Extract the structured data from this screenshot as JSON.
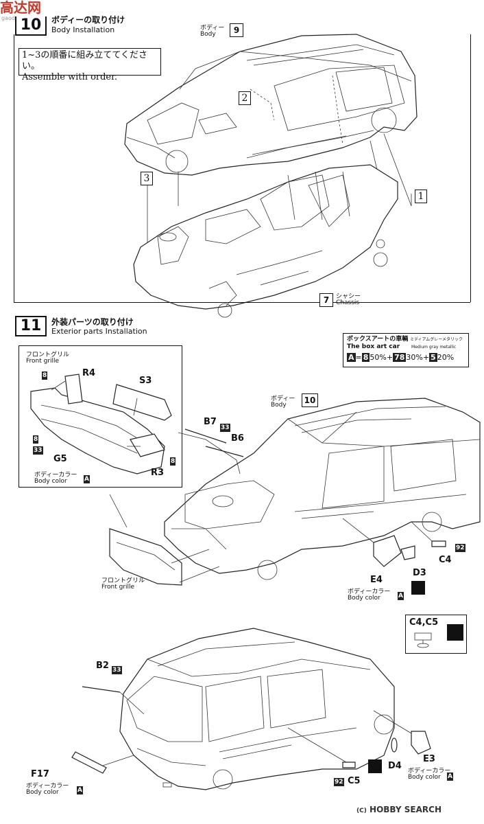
{
  "watermark_top": {
    "logo_text": "高达网",
    "url": "gaoda.cc"
  },
  "watermark_bottom": {
    "copyright": "(C)",
    "brand": "HOBBY SEARCH"
  },
  "step10": {
    "number": "10",
    "title_jp": "ボディーの取り付け",
    "title_en": "Body Installation",
    "note_jp": "1~3の順番に組み立ててください。",
    "note_en": "Assemble with order.",
    "order_marks": [
      "1",
      "2",
      "3"
    ],
    "body_label_jp": "ボディー",
    "body_label_en": "Body",
    "body_ref": "9",
    "chassis_label_jp": "シャシー",
    "chassis_label_en": "Chassis",
    "chassis_ref": "7"
  },
  "step11": {
    "number": "11",
    "title_jp": "外装パーツの取り付け",
    "title_en": "Exterior parts Installation",
    "box_art": {
      "title_jp": "ボックスアートの車輌",
      "subtitle_jp": "ミディアムグレーメタリック",
      "subtitle_en": "Medium gray metallic",
      "title_en": "The box art car",
      "formula": {
        "target": "A",
        "eq": "=",
        "c1": "8",
        "p1": "50%",
        "plus1": "+",
        "c2": "78",
        "p2": "30%",
        "plus2": "+",
        "c3": "5",
        "p3": "20%"
      }
    },
    "inset": {
      "title_jp": "フロントグリル",
      "title_en": "Front grille",
      "parts": [
        "R4",
        "S3",
        "G5",
        "R3"
      ],
      "color_refs": [
        "8",
        "8",
        "33",
        "8"
      ],
      "body_color_jp": "ボディーカラー",
      "body_color_en": "Body color",
      "body_color_ref": "A"
    },
    "body_label_jp": "ボディー",
    "body_label_en": "Body",
    "body_ref": "10",
    "wipers": {
      "b7": "B7",
      "b6": "B6",
      "ref": "33"
    },
    "grille_jp": "フロントグリル",
    "grille_en": "Front grille",
    "mirror": {
      "e4": "E4",
      "d3": "D3",
      "body_color_jp": "ボディーカラー",
      "body_color_en": "Body color",
      "ref": "A"
    },
    "c4": "C4",
    "c4_ref": "92",
    "c4c5_label": "C4,C5",
    "rear": {
      "b2": "B2",
      "b2_ref": "33",
      "f17": "F17",
      "f17_color_jp": "ボディーカラー",
      "f17_color_en": "Body color",
      "f17_ref": "A",
      "c5": "C5",
      "c5_ref": "92",
      "d4": "D4",
      "e3": "E3",
      "e3_color_jp": "ボディーカラー",
      "e3_color_en": "Body color",
      "e3_ref": "A"
    }
  }
}
